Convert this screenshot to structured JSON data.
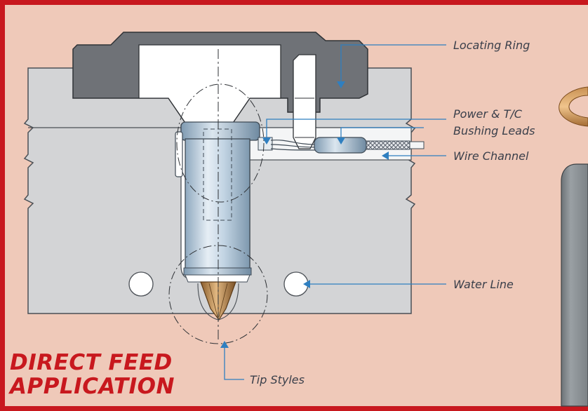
{
  "title": {
    "line1": "DIRECT FEED",
    "line2": "APPLICATION"
  },
  "labels": {
    "locating_ring": "Locating Ring",
    "power_tc_line1": "Power & T/C",
    "power_tc_line2": "Bushing Leads",
    "wire_channel": "Wire Channel",
    "water_line": "Water Line",
    "tip_styles": "Tip Styles"
  },
  "colors": {
    "frame_red": "#c8181e",
    "background_tan": "#efc9b9",
    "mold_gray": "#d3d4d6",
    "steel_dark": "#6f7277",
    "channel_white": "#f4f5f6",
    "bushing_blue": "#b8cfe0",
    "tip_bronze": "#b88a55",
    "callout_blue": "#2f7fc0",
    "label_text": "#3a3f4a"
  }
}
